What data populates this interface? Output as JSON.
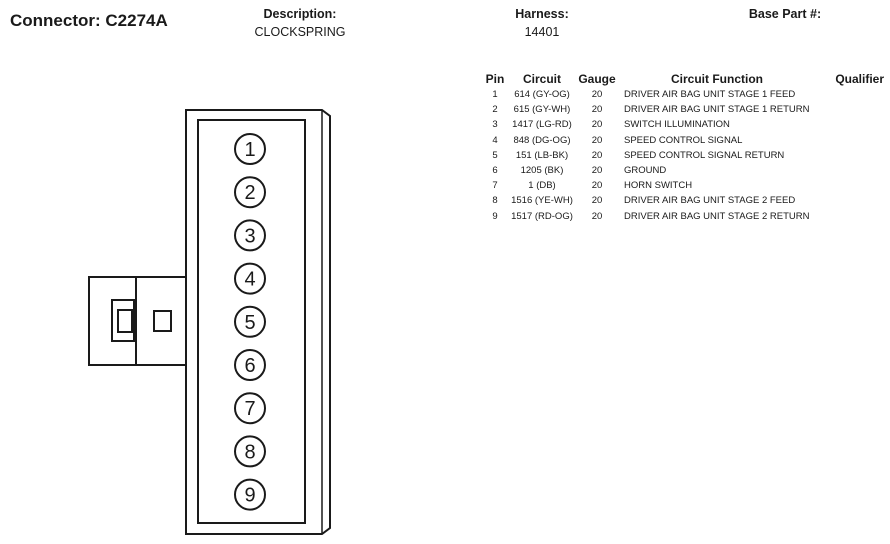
{
  "header": {
    "connector_title": "Connector: C2274A",
    "description_label": "Description:",
    "description_value": "CLOCKSPRING",
    "harness_label": "Harness:",
    "harness_value": "14401",
    "base_part_label": "Base Part #:",
    "base_part_value": ""
  },
  "table": {
    "headers": {
      "pin": "Pin",
      "circuit": "Circuit",
      "gauge": "Gauge",
      "function": "Circuit Function",
      "qualifier": "Qualifier"
    },
    "rows": [
      {
        "pin": "1",
        "circuit": "614 (GY-OG)",
        "gauge": "20",
        "function": "DRIVER AIR BAG UNIT STAGE 1 FEED",
        "qualifier": ""
      },
      {
        "pin": "2",
        "circuit": "615 (GY-WH)",
        "gauge": "20",
        "function": "DRIVER AIR BAG UNIT STAGE 1 RETURN",
        "qualifier": ""
      },
      {
        "pin": "3",
        "circuit": "1417 (LG-RD)",
        "gauge": "20",
        "function": "SWITCH ILLUMINATION",
        "qualifier": ""
      },
      {
        "pin": "4",
        "circuit": "848 (DG-OG)",
        "gauge": "20",
        "function": "SPEED CONTROL SIGNAL",
        "qualifier": ""
      },
      {
        "pin": "5",
        "circuit": "151 (LB-BK)",
        "gauge": "20",
        "function": "SPEED CONTROL SIGNAL RETURN",
        "qualifier": ""
      },
      {
        "pin": "6",
        "circuit": "1205 (BK)",
        "gauge": "20",
        "function": "GROUND",
        "qualifier": ""
      },
      {
        "pin": "7",
        "circuit": "1 (DB)",
        "gauge": "20",
        "function": "HORN SWITCH",
        "qualifier": ""
      },
      {
        "pin": "8",
        "circuit": "1516 (YE-WH)",
        "gauge": "20",
        "function": "DRIVER AIR BAG UNIT STAGE 2 FEED",
        "qualifier": ""
      },
      {
        "pin": "9",
        "circuit": "1517 (RD-OG)",
        "gauge": "20",
        "function": "DRIVER AIR BAG UNIT STAGE 2 RETURN",
        "qualifier": ""
      }
    ]
  },
  "connector_pins": [
    "1",
    "2",
    "3",
    "4",
    "5",
    "6",
    "7",
    "8",
    "9"
  ]
}
